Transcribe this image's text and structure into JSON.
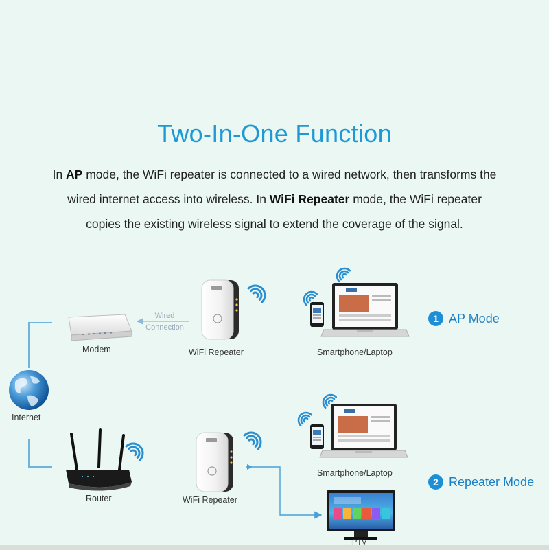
{
  "title": "Two-In-One Function",
  "description": {
    "line1": {
      "t1": "In ",
      "b1": "AP",
      "t2": " mode, the WiFi repeater is connected to a wired network, then transforms the"
    },
    "line2": {
      "t1": "wired internet access into wireless. In ",
      "b1": "WiFi Repeater",
      "t2": " mode, the WiFi repeater"
    },
    "line3": {
      "t1": "copies the existing wireless signal to extend the coverage of the signal."
    }
  },
  "ap_mode": {
    "number": "1",
    "label": "AP Mode",
    "modem_label": "Modem",
    "wired_label_1": "Wired",
    "wired_label_2": "Connection",
    "repeater_label": "WiFi Repeater",
    "device_label": "Smartphone/Laptop"
  },
  "repeater_mode": {
    "number": "2",
    "label": "Repeater Mode",
    "router_label": "Router",
    "repeater_label": "WiFi Repeater",
    "device_label": "Smartphone/Laptop",
    "tv_label": "IPTV"
  },
  "internet_label": "Internet",
  "colors": {
    "background": "#eaf7f3",
    "accent": "#1d9ad6",
    "wifi": "#2a8fd0"
  },
  "icons": [
    "globe-icon",
    "modem-icon",
    "router-icon",
    "wifi-repeater-icon",
    "wifi-signal-icon",
    "laptop-icon",
    "smartphone-icon",
    "tv-icon"
  ]
}
